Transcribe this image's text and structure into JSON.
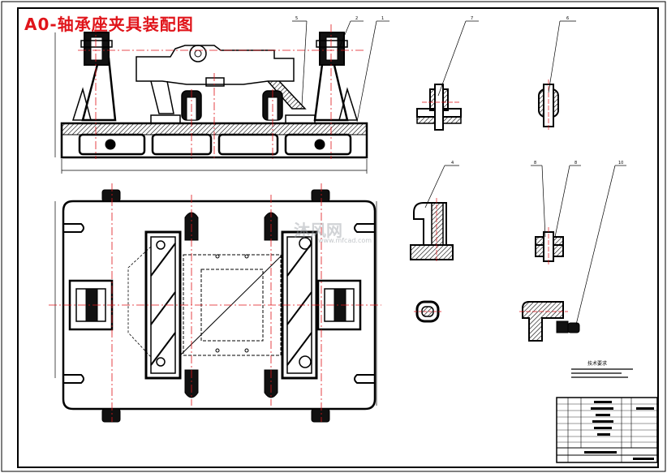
{
  "drawing": {
    "title": "A0-轴承座夹具装配图",
    "tech_requirements_heading": "技术要求",
    "balloons": [
      "5",
      "2",
      "1",
      "7",
      "6",
      "4",
      "8",
      "8",
      "10"
    ]
  },
  "watermark": {
    "text": "沐风网",
    "url": "www.mfcad.com",
    "color": "#9aa0a6"
  },
  "colors": {
    "line": "#000000",
    "centerline": "#e0141a",
    "title": "#e0141a"
  }
}
